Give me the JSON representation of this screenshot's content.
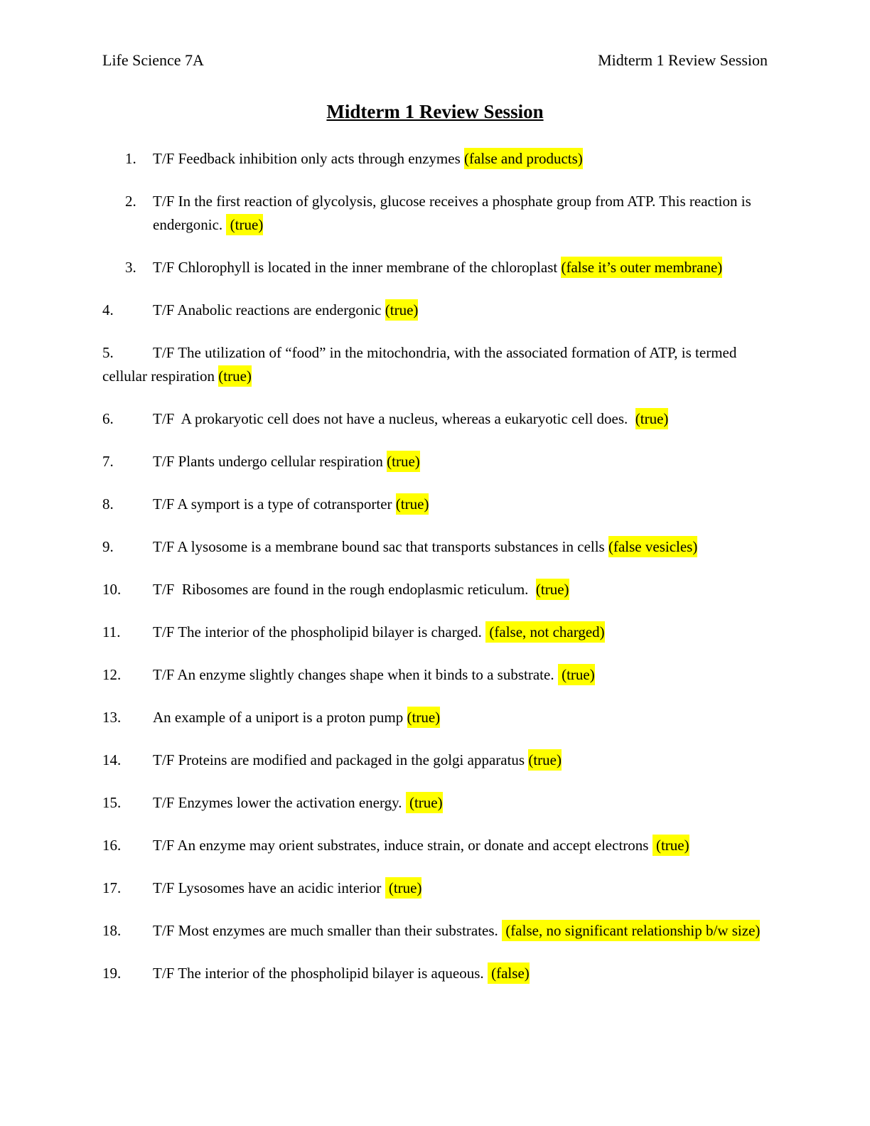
{
  "header": {
    "left": "Life Science 7A",
    "right": "Midterm 1 Review Session"
  },
  "title": "Midterm 1 Review Session",
  "highlight_color": "#ffff00",
  "questions": [
    {
      "number": "1.",
      "indent": true,
      "segments": [
        {
          "text": "T/F Feedback inhibition only acts through enzymes ",
          "highlight": false
        },
        {
          "text": "(false and products)",
          "highlight": true
        }
      ]
    },
    {
      "number": "2.",
      "indent": true,
      "segments": [
        {
          "text": "T/F In the first reaction of glycolysis, glucose receives a phosphate group from ATP. This reaction is endergonic. ",
          "highlight": false
        },
        {
          "text": " (true)",
          "highlight": true
        }
      ]
    },
    {
      "number": "3.",
      "indent": true,
      "segments": [
        {
          "text": "T/F Chlorophyll is located in the inner membrane of the chloroplast ",
          "highlight": false
        },
        {
          "text": "(false it’s outer membrane)",
          "highlight": true
        }
      ]
    },
    {
      "number": "4.",
      "indent": false,
      "segments": [
        {
          "text": "T/F Anabolic reactions are endergonic ",
          "highlight": false
        },
        {
          "text": "(true)",
          "highlight": true
        }
      ]
    },
    {
      "number": "5.",
      "indent": false,
      "segments": [
        {
          "text": "T/F The utilization of “food” in the mitochondria, with the associated formation of ATP, is termed cellular respiration ",
          "highlight": false
        },
        {
          "text": "(true)",
          "highlight": true
        }
      ]
    },
    {
      "number": "6.",
      "indent": false,
      "segments": [
        {
          "text": "T/F  A prokaryotic cell does not have a nucleus, whereas a eukaryotic cell does.  ",
          "highlight": false
        },
        {
          "text": "(true)",
          "highlight": true
        }
      ]
    },
    {
      "number": "7.",
      "indent": false,
      "segments": [
        {
          "text": "T/F Plants undergo cellular respiration ",
          "highlight": false
        },
        {
          "text": "(true)",
          "highlight": true
        }
      ]
    },
    {
      "number": "8.",
      "indent": false,
      "segments": [
        {
          "text": "T/F A symport is a type of cotransporter ",
          "highlight": false
        },
        {
          "text": "(true)",
          "highlight": true
        }
      ]
    },
    {
      "number": "9.",
      "indent": false,
      "segments": [
        {
          "text": "T/F A lysosome is a membrane bound sac that transports substances in cells ",
          "highlight": false
        },
        {
          "text": "(false vesicles)",
          "highlight": true
        }
      ]
    },
    {
      "number": "10.",
      "indent": false,
      "segments": [
        {
          "text": "T/F  Ribosomes are found in the rough endoplasmic reticulum.  ",
          "highlight": false
        },
        {
          "text": "(true)",
          "highlight": true
        }
      ]
    },
    {
      "number": "11.",
      "indent": false,
      "segments": [
        {
          "text": "T/F The interior of the phospholipid bilayer is charged. ",
          "highlight": false
        },
        {
          "text": " (false, not charged)",
          "highlight": true
        }
      ]
    },
    {
      "number": "12.",
      "indent": false,
      "segments": [
        {
          "text": "T/F An enzyme slightly changes shape when it binds to a substrate. ",
          "highlight": false
        },
        {
          "text": " (true)",
          "highlight": true
        }
      ]
    },
    {
      "number": "13.",
      "indent": false,
      "segments": [
        {
          "text": "An example of a uniport is a proton pump ",
          "highlight": false
        },
        {
          "text": "(true)",
          "highlight": true
        }
      ]
    },
    {
      "number": "14.",
      "indent": false,
      "segments": [
        {
          "text": "T/F Proteins are modified and packaged in the golgi apparatus ",
          "highlight": false
        },
        {
          "text": "(true)",
          "highlight": true
        }
      ]
    },
    {
      "number": "15.",
      "indent": false,
      "segments": [
        {
          "text": "T/F Enzymes lower the activation energy. ",
          "highlight": false
        },
        {
          "text": " (true)",
          "highlight": true
        }
      ]
    },
    {
      "number": "16.",
      "indent": false,
      "segments": [
        {
          "text": "T/F An enzyme may orient substrates, induce strain, or donate and accept electrons ",
          "highlight": false
        },
        {
          "text": " (true)",
          "highlight": true
        }
      ]
    },
    {
      "number": "17.",
      "indent": false,
      "segments": [
        {
          "text": "T/F Lysosomes have an acidic interior ",
          "highlight": false
        },
        {
          "text": " (true)",
          "highlight": true
        }
      ]
    },
    {
      "number": "18.",
      "indent": false,
      "segments": [
        {
          "text": "T/F Most enzymes are much smaller than their substrates. ",
          "highlight": false
        },
        {
          "text": " (false, no significant relationship b/w size)",
          "highlight": true
        }
      ]
    },
    {
      "number": "19.",
      "indent": false,
      "segments": [
        {
          "text": "T/F The interior of the phospholipid bilayer is aqueous. ",
          "highlight": false
        },
        {
          "text": " (false)",
          "highlight": true
        }
      ]
    }
  ]
}
